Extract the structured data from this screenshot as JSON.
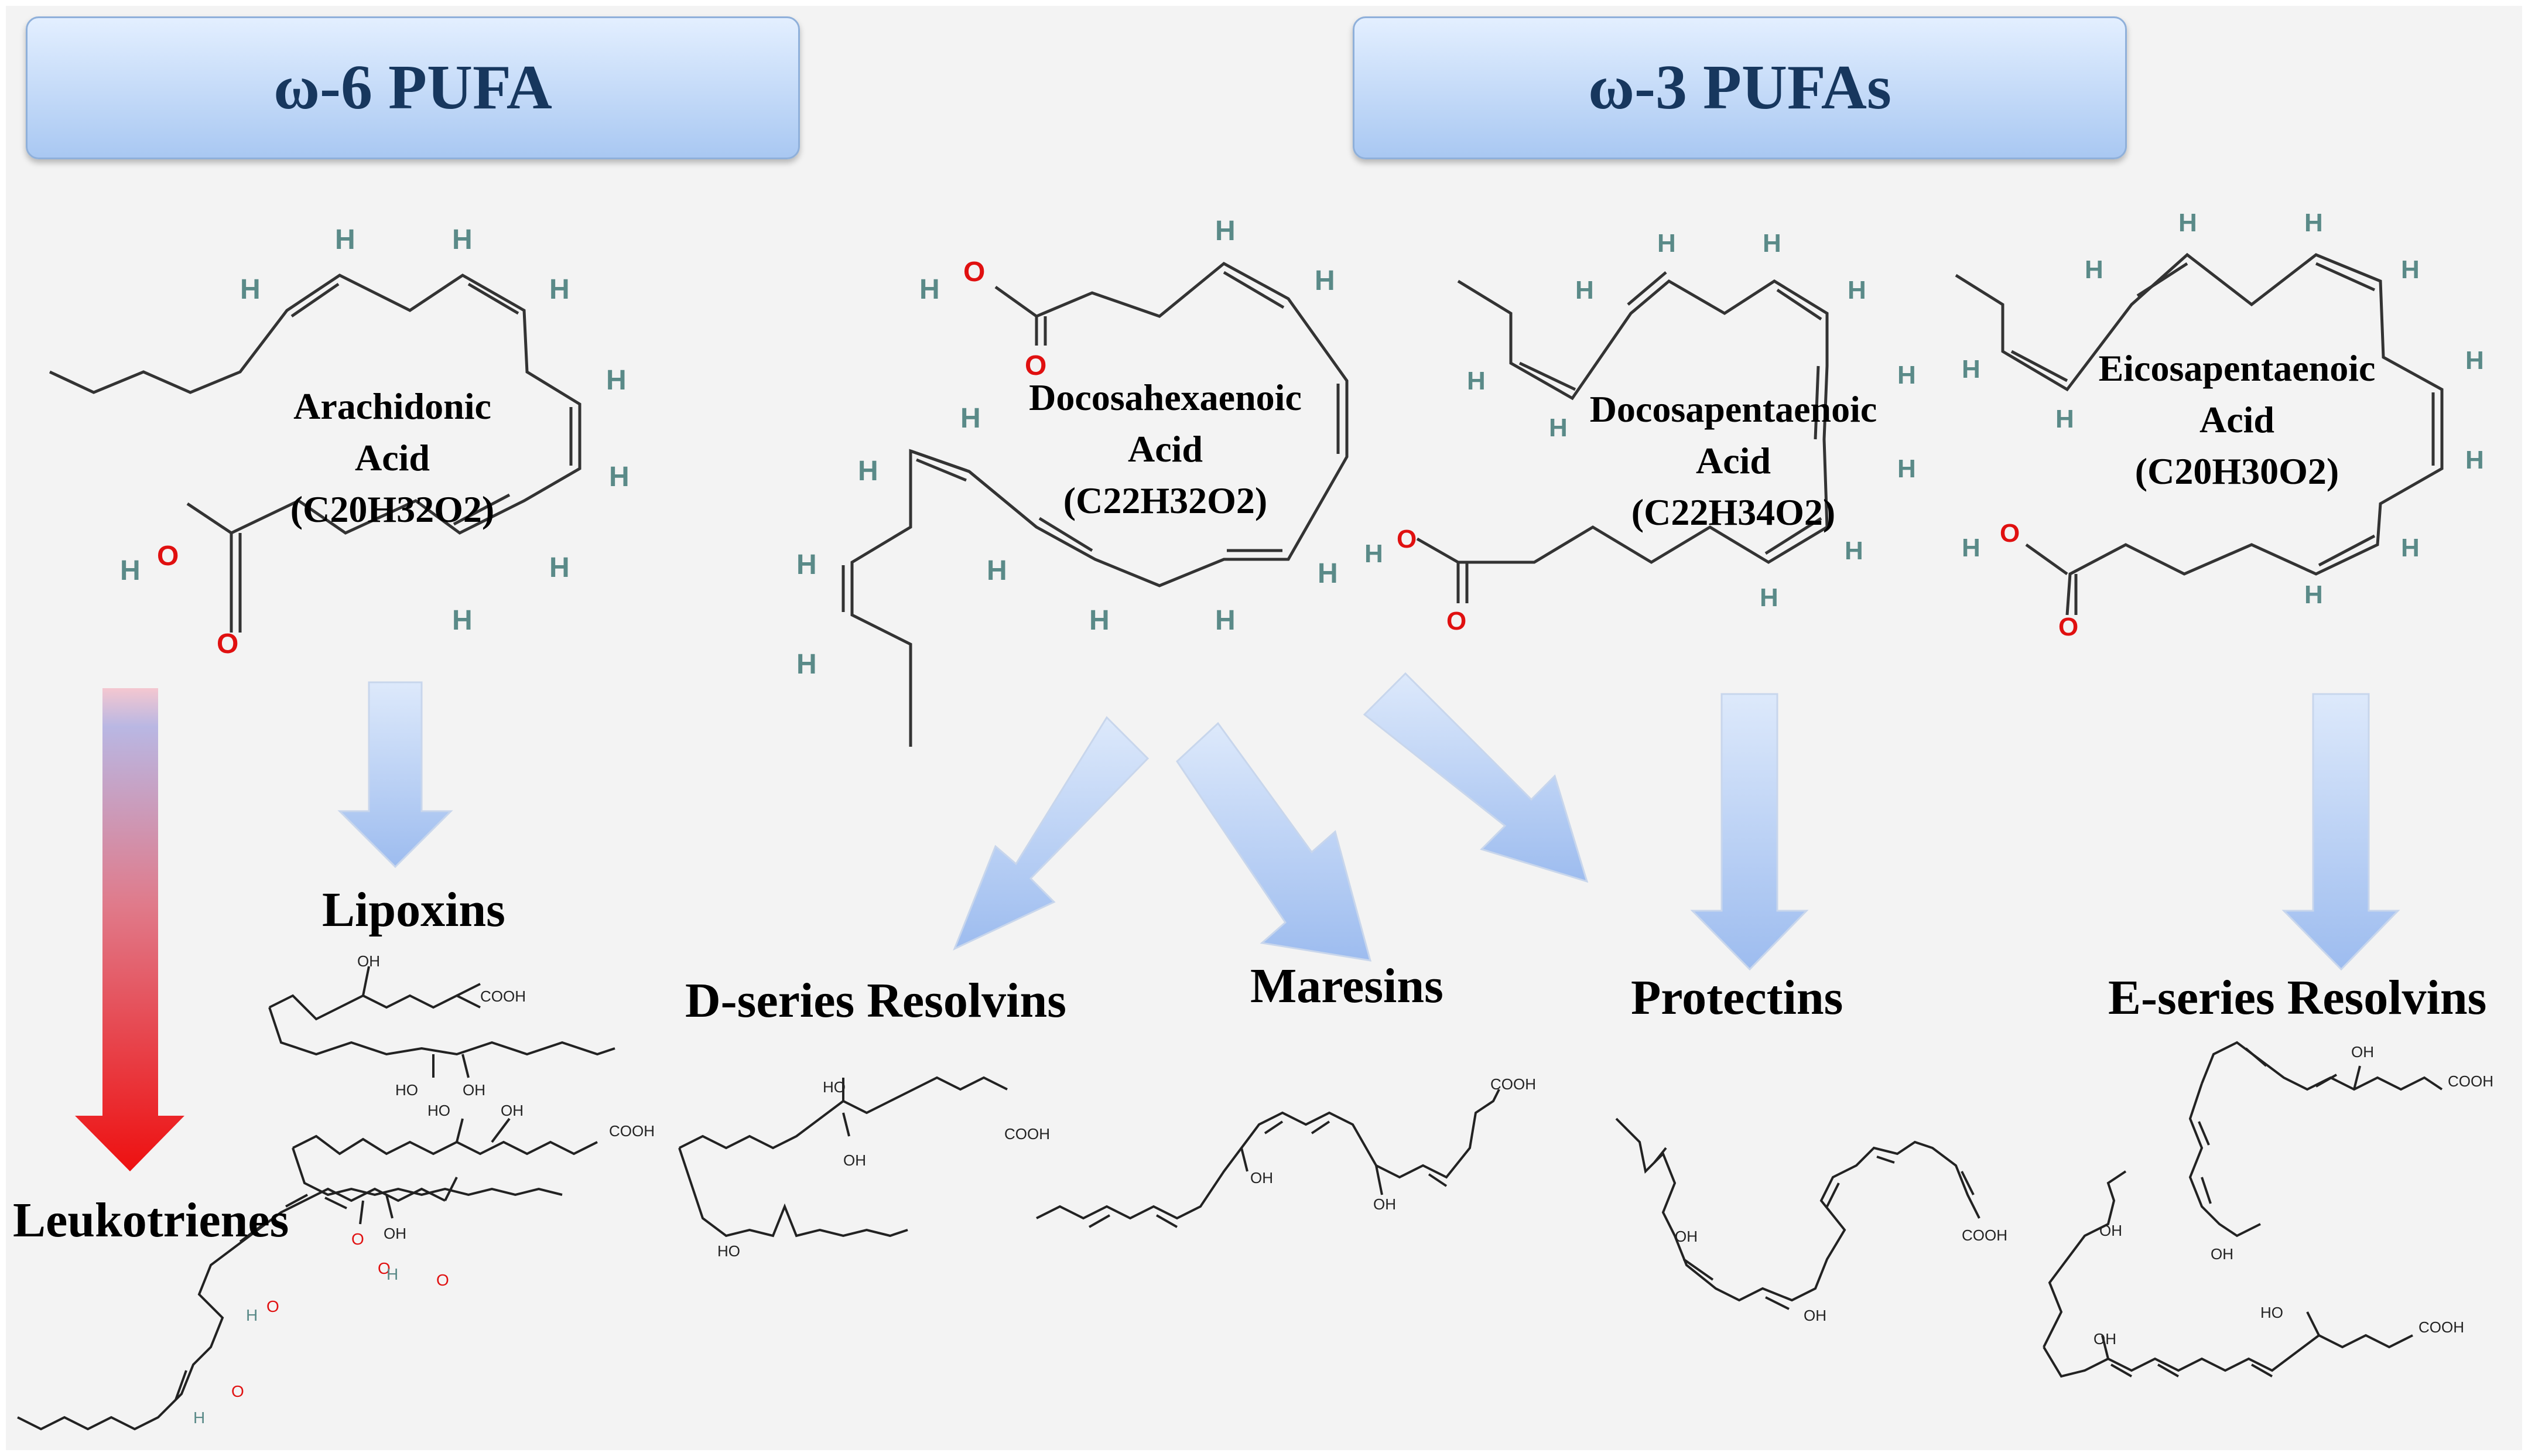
{
  "headers": {
    "omega6": "ω-6 PUFA",
    "omega3": "ω-3 PUFAs"
  },
  "acids": {
    "arachidonic": {
      "line1": "Arachidonic",
      "line2": "Acid",
      "formula": "(C20H32O2)"
    },
    "dha": {
      "line1": "Docosahexaenoic",
      "line2": "Acid",
      "formula": "(C22H32O2)"
    },
    "dpa": {
      "line1": "Docosapentaenoic",
      "line2": "Acid",
      "formula": "(C22H34O2)"
    },
    "epa": {
      "line1": "Eicosapentaenoic",
      "line2": "Acid",
      "formula": "(C20H30O2)"
    }
  },
  "products": {
    "lipoxins": "Lipoxins",
    "leukotrienes": "Leukotrienes",
    "d_resolvins": "D-series Resolvins",
    "maresins": "Maresins",
    "protectins": "Protectins",
    "e_resolvins": "E-series Resolvins"
  },
  "atoms": {
    "H": "H",
    "O": "O",
    "OH": "OH",
    "HO": "HO",
    "COOH": "COOH"
  },
  "colors": {
    "header_text": "#17375e",
    "arrow_blue": "#a9c5f0",
    "arrow_red": "#ee1c1c",
    "oxygen": "#e01010",
    "hydrogen": "#5a8a88",
    "bond": "#333333"
  }
}
